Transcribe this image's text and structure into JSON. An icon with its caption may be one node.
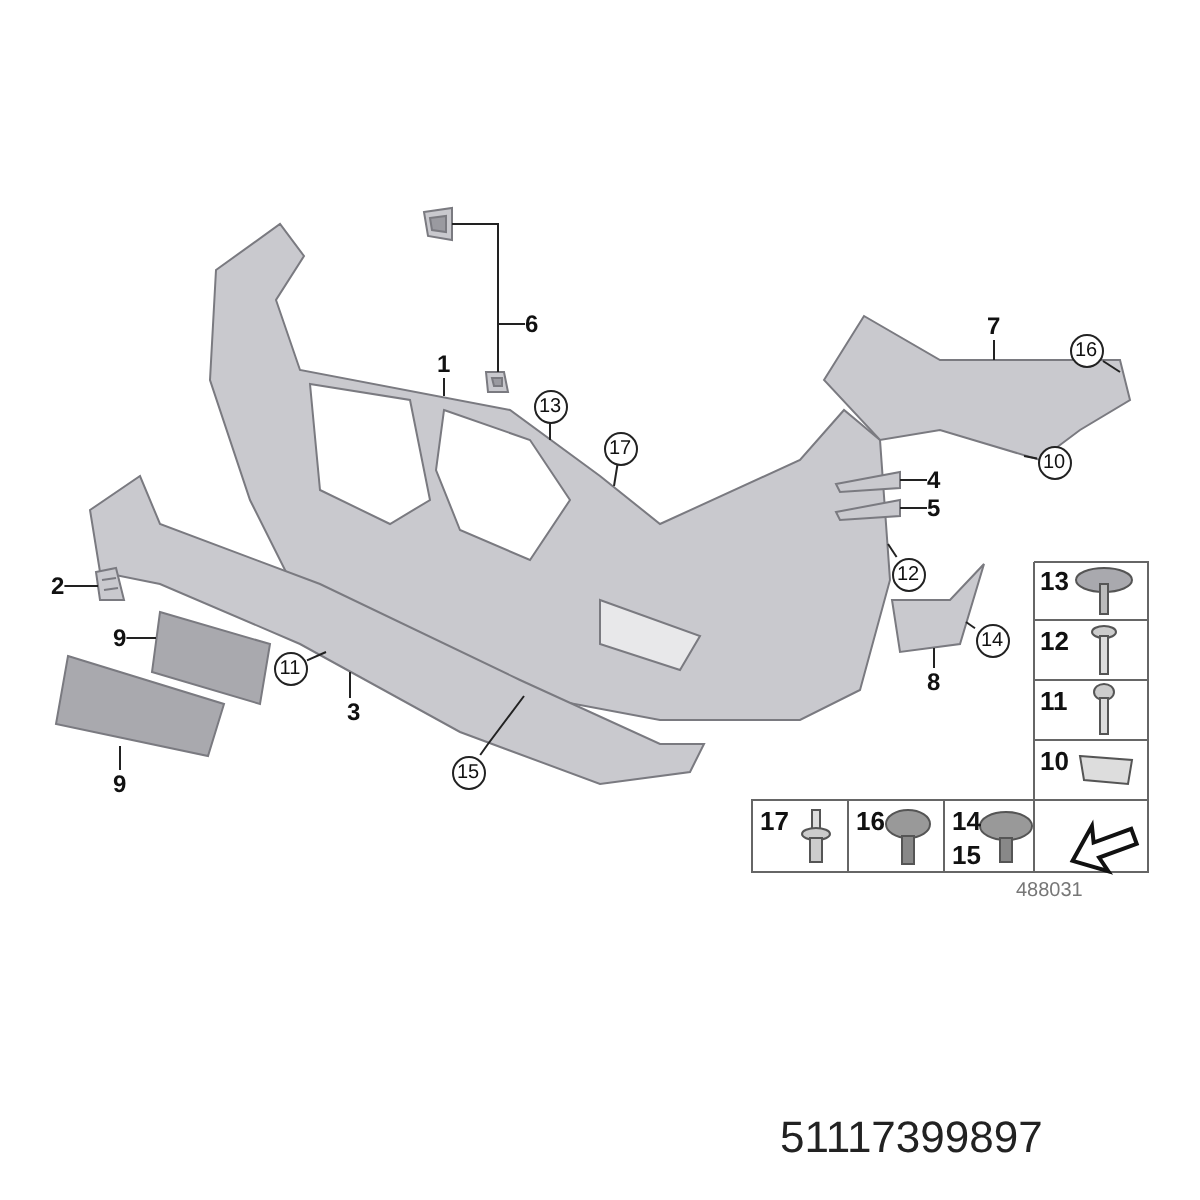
{
  "diagram": {
    "nodes": [
      {
        "text": [
          "6"
        ]
      },
      {
        "text": [
          "7"
        ]
      },
      {
        "text": [
          "16"
        ]
      },
      {
        "text": [
          "1"
        ]
      },
      {
        "text": [
          "13"
        ]
      },
      {
        "text": [
          "10"
        ]
      },
      {
        "text": [
          "17"
        ]
      },
      {
        "text": [
          "4"
        ]
      },
      {
        "text": [
          "5"
        ]
      },
      {
        "text": [
          "12"
        ]
      },
      {
        "text": [
          "2"
        ]
      },
      {
        "text": [
          "9"
        ]
      },
      {
        "text": [
          "14"
        ]
      },
      {
        "text": [
          "11"
        ]
      },
      {
        "text": [
          "8"
        ]
      },
      {
        "text": [
          "15"
        ]
      },
      {
        "text": [
          "3"
        ]
      },
      {
        "text": [
          "9"
        ]
      },
      {
        "text": [],
        "shape": "picture"
      },
      {
        "text": [],
        "shape": "picture"
      },
      {
        "text": [],
        "shape": "picture"
      },
      {
        "text": [],
        "shape": "picture"
      },
      {
        "text": [],
        "shape": "picture"
      },
      {
        "text": [],
        "shape": "picture"
      },
      {
        "text": [],
        "shape": "picture"
      },
      {
        "text": [],
        "shape": "picture"
      },
      {
        "text": [],
        "shape": "picture"
      },
      {
        "text": [],
        "shape": "picture"
      },
      {
        "text": [],
        "shape": "picture"
      }
    ],
    "edges": [
      {
        "from": 0,
        "to": 23,
        "arrow": "none"
      },
      {
        "from": 0,
        "to": 24,
        "arrow": "none"
      },
      {
        "from": 1,
        "to": 25,
        "arrow": "none"
      },
      {
        "from": 2,
        "to": 25,
        "arrow": "none"
      },
      {
        "from": 3,
        "to": 18,
        "arrow": "none"
      },
      {
        "from": 4,
        "to": 18,
        "arrow": "none"
      },
      {
        "from": 5,
        "to": 25,
        "arrow": "none"
      },
      {
        "from": 6,
        "to": 18,
        "arrow": "none"
      },
      {
        "from": 7,
        "to": 26,
        "arrow": "none"
      },
      {
        "from": 8,
        "to": 27,
        "arrow": "none"
      },
      {
        "from": 9,
        "to": 18,
        "arrow": "none"
      },
      {
        "from": 10,
        "to": 22,
        "arrow": "none"
      },
      {
        "from": 11,
        "to": 20,
        "arrow": "none"
      },
      {
        "from": 12,
        "to": 28,
        "arrow": "none"
      },
      {
        "from": 13,
        "to": 19,
        "arrow": "none"
      },
      {
        "from": 14,
        "to": 28,
        "arrow": "none"
      },
      {
        "from": 15,
        "to": 18,
        "arrow": "none"
      },
      {
        "from": 16,
        "to": 19,
        "arrow": "none"
      },
      {
        "from": 17,
        "to": 21,
        "arrow": "none"
      }
    ],
    "labels": [
      "13",
      "12",
      "11",
      "10",
      "17",
      "16",
      "14",
      "15",
      "488031",
      "51117399897"
    ]
  }
}
